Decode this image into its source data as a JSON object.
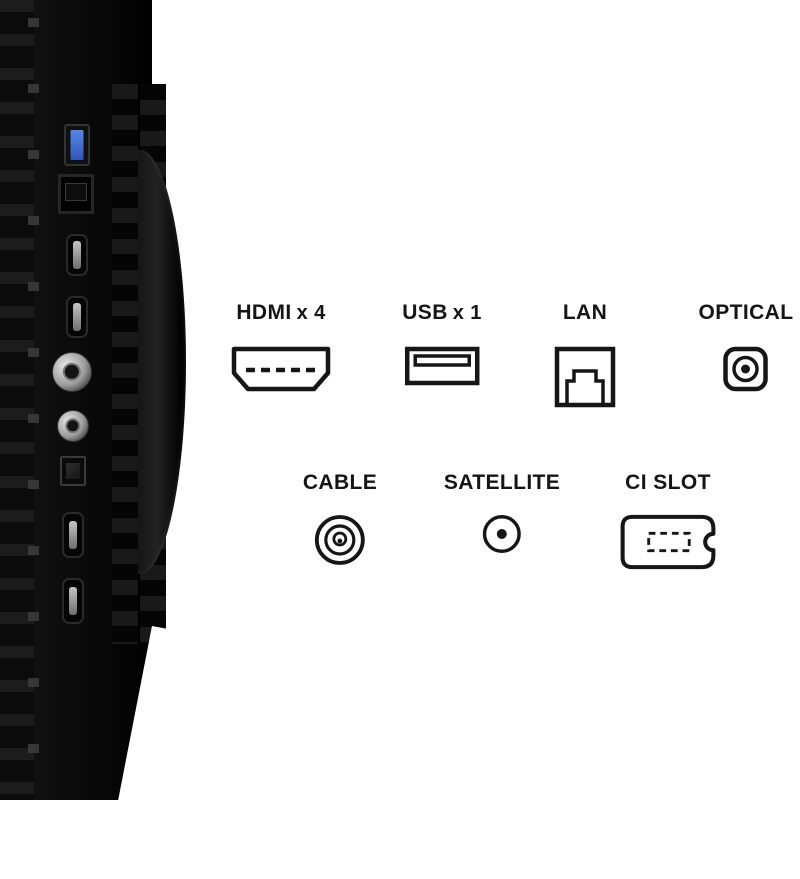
{
  "connectivity": {
    "row1": [
      {
        "name": "HDMI",
        "count_suffix": "x 4"
      },
      {
        "name": "USB",
        "count_suffix": "x 1"
      },
      {
        "name": "LAN",
        "count_suffix": ""
      },
      {
        "name": "OPTICAL",
        "count_suffix": ""
      }
    ],
    "row2": [
      {
        "name": "CABLE"
      },
      {
        "name": "SATELLITE"
      },
      {
        "name": "CI SLOT"
      }
    ]
  },
  "icons": {
    "row1": [
      "hdmi-connector-icon",
      "usb-connector-icon",
      "lan-connector-icon",
      "optical-connector-icon"
    ],
    "row2": [
      "cable-connector-icon",
      "satellite-connector-icon",
      "ci-slot-icon"
    ]
  },
  "photo": {
    "ports": [
      "usb-port",
      "lan-port",
      "hdmi-port-1",
      "hdmi-port-2",
      "cable-coax-port",
      "satellite-coax-port",
      "optical-port",
      "hdmi-port-3",
      "hdmi-port-4"
    ]
  },
  "colors": {
    "background": "#ffffff",
    "label_text": "#151515",
    "icon_stroke": "#161616",
    "usb_port_blue": "#3f6fd1",
    "panel_black": "#0a0a0a"
  }
}
